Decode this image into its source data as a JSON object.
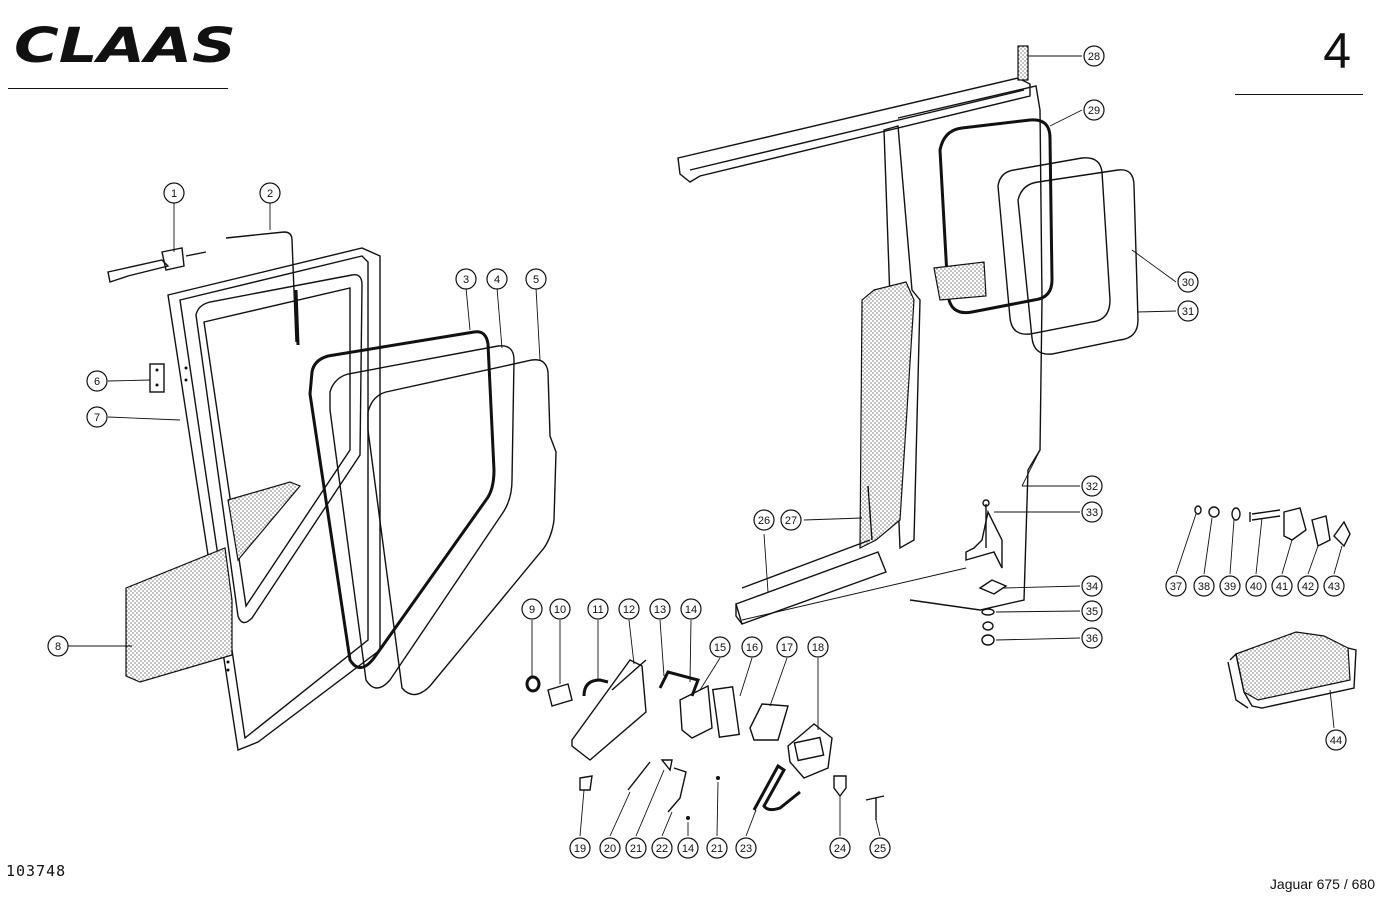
{
  "header": {
    "brand": "CLAAS",
    "page_number": "4"
  },
  "footer": {
    "drawing_number": "103748",
    "model": "Jaguar 675 / 680"
  },
  "callouts": [
    {
      "label": "1"
    },
    {
      "label": "2"
    },
    {
      "label": "3"
    },
    {
      "label": "4"
    },
    {
      "label": "5"
    },
    {
      "label": "6"
    },
    {
      "label": "7"
    },
    {
      "label": "8"
    },
    {
      "label": "9"
    },
    {
      "label": "10"
    },
    {
      "label": "11"
    },
    {
      "label": "12"
    },
    {
      "label": "13"
    },
    {
      "label": "14"
    },
    {
      "label": "15"
    },
    {
      "label": "16"
    },
    {
      "label": "17"
    },
    {
      "label": "18"
    },
    {
      "label": "19"
    },
    {
      "label": "20"
    },
    {
      "label": "21"
    },
    {
      "label": "22"
    },
    {
      "label": "14"
    },
    {
      "label": "21"
    },
    {
      "label": "23"
    },
    {
      "label": "24"
    },
    {
      "label": "25"
    },
    {
      "label": "26"
    },
    {
      "label": "27"
    },
    {
      "label": "28"
    },
    {
      "label": "29"
    },
    {
      "label": "30"
    },
    {
      "label": "31"
    },
    {
      "label": "32"
    },
    {
      "label": "33"
    },
    {
      "label": "34"
    },
    {
      "label": "35"
    },
    {
      "label": "36"
    },
    {
      "label": "37"
    },
    {
      "label": "38"
    },
    {
      "label": "39"
    },
    {
      "label": "40"
    },
    {
      "label": "41"
    },
    {
      "label": "42"
    },
    {
      "label": "43"
    },
    {
      "label": "44"
    }
  ]
}
